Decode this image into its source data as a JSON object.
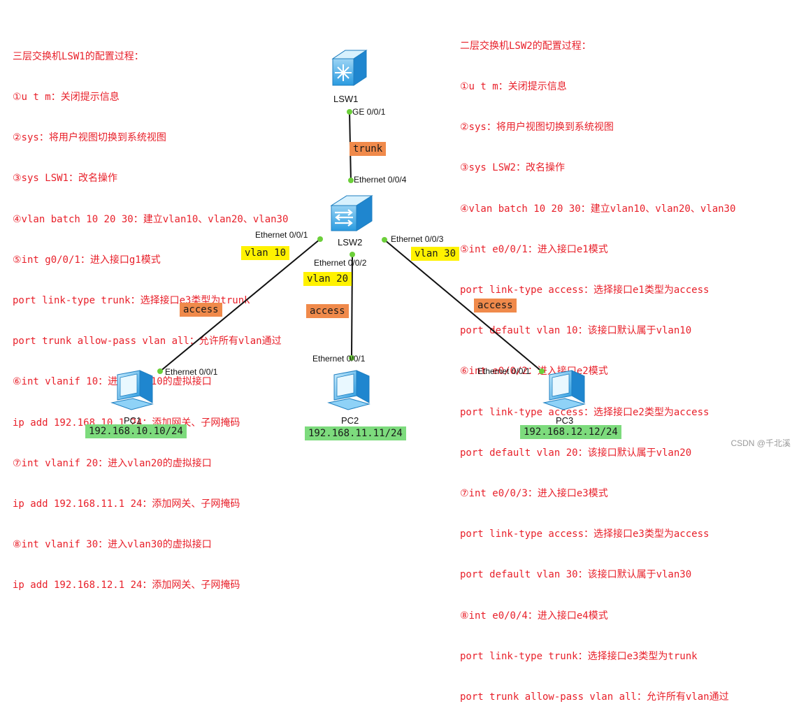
{
  "lsw1_notes": {
    "lines": [
      "三层交换机LSW1的配置过程：",
      "①u t m：关闭提示信息",
      "②sys：将用户视图切换到系统视图",
      "③sys LSW1：改名操作",
      "④vlan batch 10 20 30：建立vlan10、vlan20、vlan30",
      "⑤int g0/0/1：进入接口g1模式",
      "port link-type trunk：选择接口e3类型为trunk",
      "port trunk allow-pass vlan all：允许所有vlan通过",
      "⑥int vlanif 10：进入vlan10的虚拟接口",
      "ip add 192.168.10.1 24：添加网关、子网掩码",
      "⑦int vlanif 20：进入vlan20的虚拟接口",
      "ip add 192.168.11.1 24：添加网关、子网掩码",
      "⑧int vlanif 30：进入vlan30的虚拟接口",
      "ip add 192.168.12.1 24：添加网关、子网掩码"
    ]
  },
  "lsw2_notes": {
    "lines": [
      "二层交换机LSW2的配置过程：",
      "①u t m：关闭提示信息",
      "②sys：将用户视图切换到系统视图",
      "③sys LSW2：改名操作",
      "④vlan batch 10 20 30：建立vlan10、vlan20、vlan30",
      "⑤int e0/0/1：进入接口e1模式",
      "port link-type access：选择接口e1类型为access",
      "port default vlan 10：该接口默认属于vlan10",
      "⑥int e0/0/2：进入接口e2模式",
      "port link-type access：选择接口e2类型为access",
      "port default vlan 20：该接口默认属于vlan20",
      "⑦int e0/0/3：进入接口e3模式",
      "port link-type access：选择接口e3类型为access",
      "port default vlan 30：该接口默认属于vlan30",
      "⑧int e0/0/4：进入接口e4模式",
      "port link-type trunk：选择接口e3类型为trunk",
      "port trunk allow-pass vlan all：允许所有vlan通过"
    ]
  },
  "devices": {
    "lsw1": "LSW1",
    "lsw2": "LSW2",
    "pc1": "PC1",
    "pc2": "PC2",
    "pc3": "PC3"
  },
  "ports": {
    "lsw1_ge001": "GE 0/0/1",
    "lsw2_e004": "Ethernet 0/0/4",
    "lsw2_e001": "Ethernet 0/0/1",
    "lsw2_e002": "Ethernet 0/0/2",
    "lsw2_e003": "Ethernet 0/0/3",
    "pc1_e001": "Ethernet 0/0/1",
    "pc2_e001": "Ethernet 0/0/1",
    "pc3_e001": "Ethernet 0/0/1"
  },
  "link_tags": {
    "trunk": "trunk",
    "vlan10": "vlan 10",
    "vlan20": "vlan 20",
    "vlan30": "vlan 30",
    "access1": "access",
    "access2": "access",
    "access3": "access"
  },
  "ip_labels": {
    "pc1": "192.168.10.10/24",
    "pc2": "192.168.11.11/24",
    "pc3": "192.168.12.12/24"
  },
  "watermark": "CSDN @千北溪",
  "colors": {
    "note_text": "#e8202a",
    "access_tag": "#f08a4b",
    "vlan_tag": "#fff200",
    "ip_tag": "#7ddb7d",
    "port_dot": "#6ccf3a",
    "device_blue": "#2a9be0"
  }
}
